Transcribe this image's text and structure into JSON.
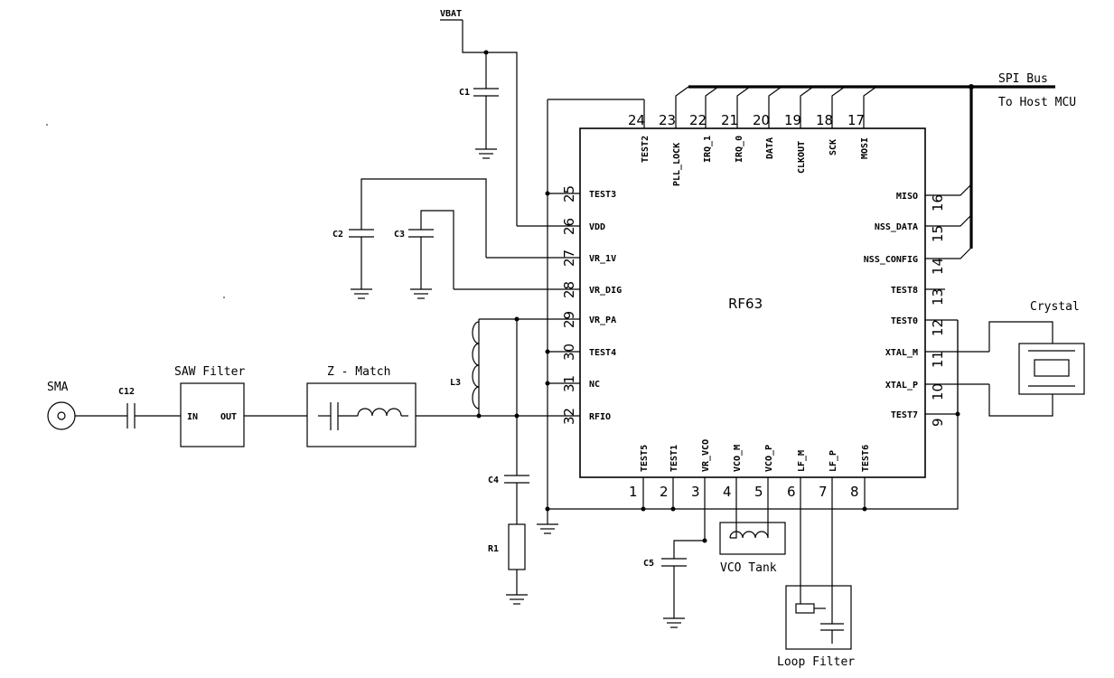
{
  "chip": {
    "name": "RF63"
  },
  "pins": {
    "left": [
      {
        "num": "25",
        "name": "TEST3"
      },
      {
        "num": "26",
        "name": "VDD"
      },
      {
        "num": "27",
        "name": "VR_1V"
      },
      {
        "num": "28",
        "name": "VR_DIG"
      },
      {
        "num": "29",
        "name": "VR_PA"
      },
      {
        "num": "30",
        "name": "TEST4"
      },
      {
        "num": "31",
        "name": "NC"
      },
      {
        "num": "32",
        "name": "RFIO"
      }
    ],
    "top": [
      {
        "num": "24",
        "name": "TEST2"
      },
      {
        "num": "23",
        "name": "PLL_LOCK"
      },
      {
        "num": "22",
        "name": "IRQ_1"
      },
      {
        "num": "21",
        "name": "IRQ_0"
      },
      {
        "num": "20",
        "name": "DATA"
      },
      {
        "num": "19",
        "name": "CLKOUT"
      },
      {
        "num": "18",
        "name": "SCK"
      },
      {
        "num": "17",
        "name": "MOSI"
      }
    ],
    "right": [
      {
        "num": "16",
        "name": "MISO"
      },
      {
        "num": "15",
        "name": "NSS_DATA"
      },
      {
        "num": "14",
        "name": "NSS_CONFIG"
      },
      {
        "num": "13",
        "name": "TEST8"
      },
      {
        "num": "12",
        "name": "TEST0"
      },
      {
        "num": "11",
        "name": "XTAL_M"
      },
      {
        "num": "10",
        "name": "XTAL_P"
      },
      {
        "num": "9",
        "name": "TEST7"
      }
    ],
    "bottom": [
      {
        "num": "1",
        "name": "TEST5"
      },
      {
        "num": "2",
        "name": "TEST1"
      },
      {
        "num": "3",
        "name": "VR_VCO"
      },
      {
        "num": "4",
        "name": "VCO_M"
      },
      {
        "num": "5",
        "name": "VCO_P"
      },
      {
        "num": "6",
        "name": "LF_M"
      },
      {
        "num": "7",
        "name": "LF_P"
      },
      {
        "num": "8",
        "name": "TEST6"
      }
    ]
  },
  "labels": {
    "vbat": "VBAT",
    "spi_bus": "SPI Bus",
    "to_host": "To Host MCU",
    "crystal": "Crystal",
    "sma": "SMA",
    "c12": "C12",
    "saw_filter": "SAW Filter",
    "saw_in": "IN",
    "saw_out": "OUT",
    "z_match": "Z - Match",
    "l3": "L3",
    "c1": "C1",
    "c2": "C2",
    "c3": "C3",
    "c4": "C4",
    "r1": "R1",
    "c5": "C5",
    "vco_tank": "VCO Tank",
    "loop_filter": "Loop Filter"
  }
}
